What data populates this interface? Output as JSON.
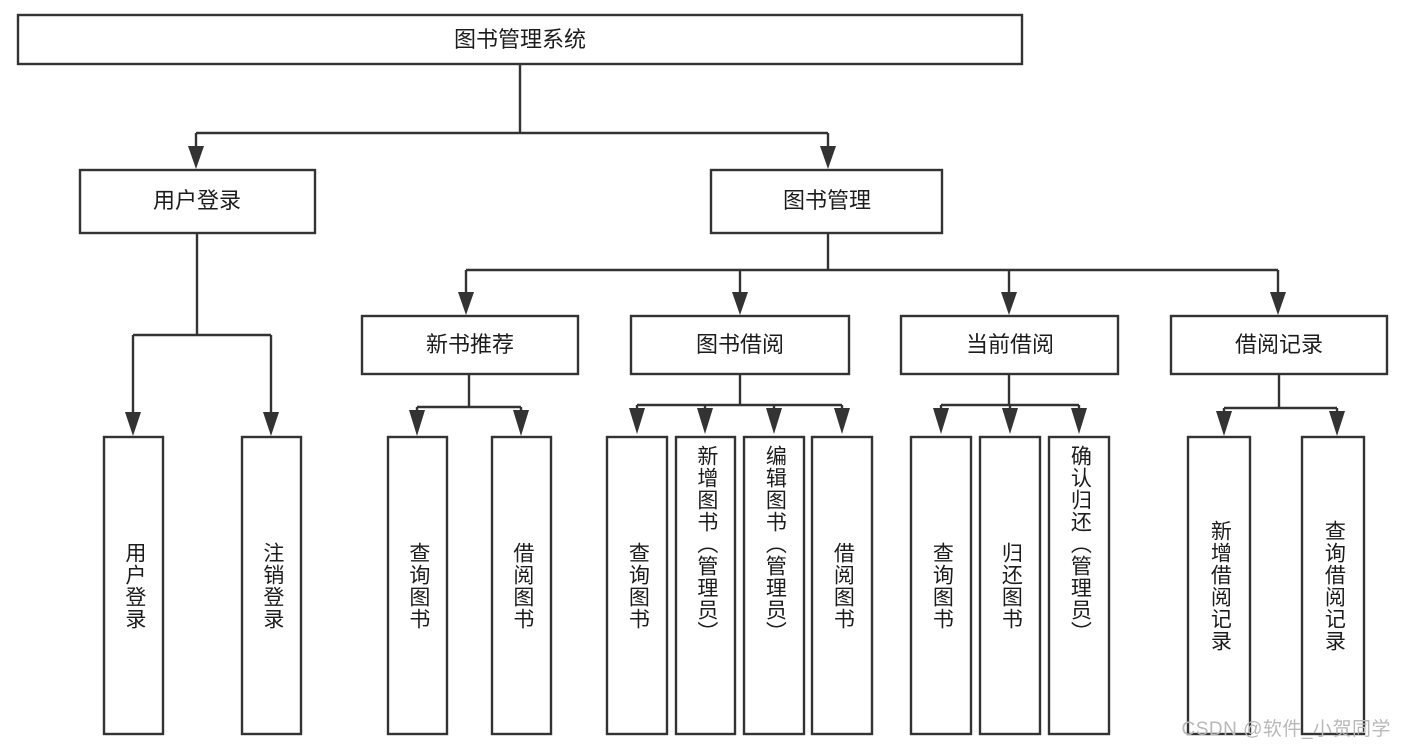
{
  "diagram": {
    "title": "图书管理系统",
    "type": "tree-hierarchy-chart",
    "orientation": "top-down",
    "colors": {
      "stroke": "#333333",
      "fill": "#ffffff",
      "text": "#1c1c1c",
      "background": "#ffffff",
      "watermark": "#b8b8b8"
    },
    "root": {
      "label": "图书管理系统"
    },
    "level1": [
      {
        "label": "用户登录"
      },
      {
        "label": "图书管理"
      }
    ],
    "level2": [
      {
        "label": "新书推荐",
        "parent": "图书管理"
      },
      {
        "label": "图书借阅",
        "parent": "图书管理"
      },
      {
        "label": "当前借阅",
        "parent": "图书管理"
      },
      {
        "label": "借阅记录",
        "parent": "图书管理"
      }
    ],
    "leaves": {
      "user_login": [
        {
          "label": "用户登录"
        },
        {
          "label": "注销登录"
        }
      ],
      "new_book_recommend": [
        {
          "label": "查询图书"
        },
        {
          "label": "借阅图书"
        }
      ],
      "book_borrow": [
        {
          "label": "查询图书"
        },
        {
          "label": "新增图书（管理员）"
        },
        {
          "label": "编辑图书（管理员）"
        },
        {
          "label": "借阅图书"
        }
      ],
      "current_borrow": [
        {
          "label": "查询图书"
        },
        {
          "label": "归还图书"
        },
        {
          "label": "确认归还（管理员）"
        }
      ],
      "borrow_record": [
        {
          "label": "新增借阅记录"
        },
        {
          "label": "查询借阅记录"
        }
      ]
    }
  },
  "watermark": {
    "text": "CSDN @软件_小贺同学"
  }
}
